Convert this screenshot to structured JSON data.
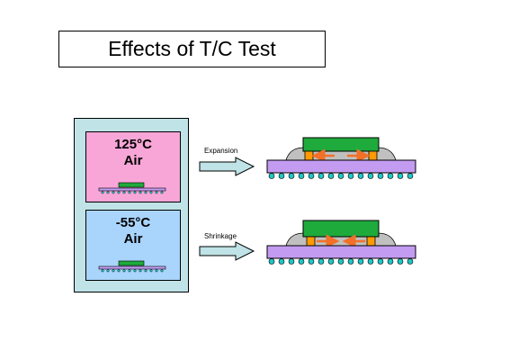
{
  "title": "Effects of T/C Test",
  "chamber": {
    "hot_temp": "125°C",
    "hot_env": "Air",
    "cold_temp": "-55°C",
    "cold_env": "Air"
  },
  "arrows": {
    "expansion_label": "Expansion",
    "shrinkage_label": "Shrinkage"
  },
  "colors": {
    "chamber_bg": "#bfe3e6",
    "hot_panel": "#f8a6d8",
    "cold_panel": "#a9d4fb",
    "substrate": "#c39cf2",
    "die": "#1faa3c",
    "bump": "#ff9a00",
    "underfill": "#c0c0c0",
    "solder_ball": "#1fc7c7",
    "force_arrow": "#f27028"
  }
}
